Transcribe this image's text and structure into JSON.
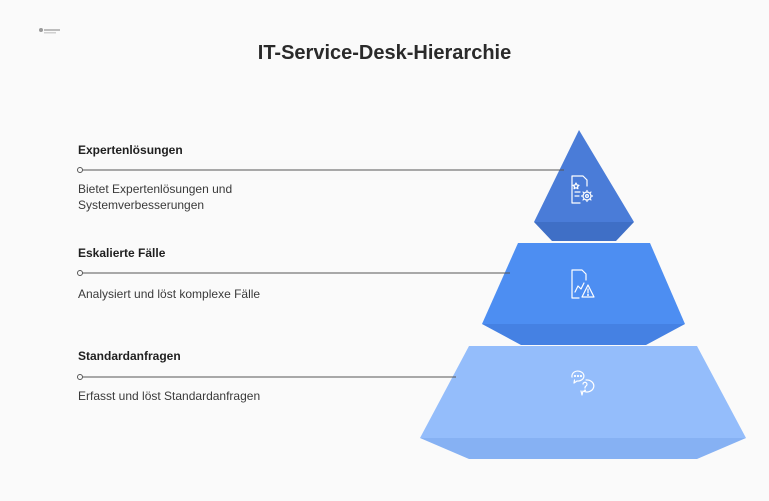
{
  "title": "IT-Service-Desk-Hierarchie",
  "logo_icon": "napkin-logo-icon",
  "levels": [
    {
      "heading": "Expertenlösungen",
      "description": "Bietet Expertenlösungen und Systemverbesserungen",
      "icon": "document-gear-icon",
      "color": "#4a7cd8"
    },
    {
      "heading": "Eskalierte Fälle",
      "description": "Analysiert und löst komplexe Fälle",
      "icon": "chart-warning-icon",
      "color": "#4d8ef2"
    },
    {
      "heading": "Standardanfragen",
      "description": "Erfasst und löst Standardanfragen",
      "icon": "chat-question-icon",
      "color": "#94bdfb"
    }
  ]
}
